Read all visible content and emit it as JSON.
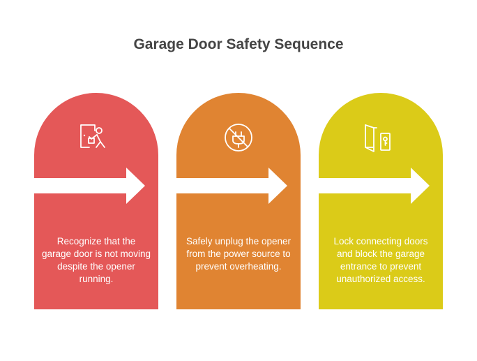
{
  "title": "Garage Door Safety Sequence",
  "steps": [
    {
      "text": "Recognize that the garage door is not moving despite the opener running.",
      "color": "#E45858",
      "icon": "person-pushing-door-icon"
    },
    {
      "text": "Safely unplug the opener from the power source to prevent overheating.",
      "color": "#E08432",
      "icon": "no-plug-icon"
    },
    {
      "text": "Lock connecting doors and block the garage entrance to prevent unauthorized access.",
      "color": "#DBCB18",
      "icon": "door-lock-icon"
    }
  ]
}
